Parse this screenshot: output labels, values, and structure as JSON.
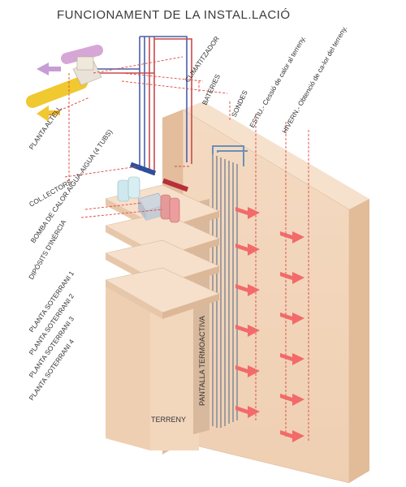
{
  "title": "FUNCIONAMENT DE LA INSTAL.LACIÓ",
  "labels": {
    "planta_altell": "PLANTA ALTELL",
    "climatitzador": "CLIMATITZADOR",
    "bateries": "BATERIES",
    "sondes": "SONDES",
    "estiu": "ESTIU.- Cessió de calor al terreny.",
    "hivern": "HIVERN.- Obtenció de ca-lor del terreny.",
    "collectors": "COL.LECTORS",
    "bomba": "BOMBA DE CALOR AIGUA-AIGUA (4 TUBS)",
    "diposits": "DIPÒSITS D'INÈRCIA",
    "ps1": "PLANTA SOTERRANI 1",
    "ps2": "PLANTA SOTERRANI 2",
    "ps3": "PLANTA SOTERRANI 3",
    "ps4": "PLANTA SOTERRANI 4",
    "pantalla": "PANTALLA TERMOACTIVA",
    "terreny": "TERRENY"
  },
  "colors": {
    "wall_front": "#f1d3b8",
    "wall_side": "#e6c2a3",
    "wall_top": "#f7e2cf",
    "slab": "#f3dbc4",
    "arrow": "#f26a6a",
    "dash": "#e0463d",
    "pipe_red": "#c94a4a",
    "pipe_blue": "#4a5fa8",
    "duct_yellow": "#f0c830",
    "duct_purple": "#d6a7d6"
  },
  "icons": [
    "arrow-inbound-icon",
    "arrow-outbound-icon"
  ]
}
